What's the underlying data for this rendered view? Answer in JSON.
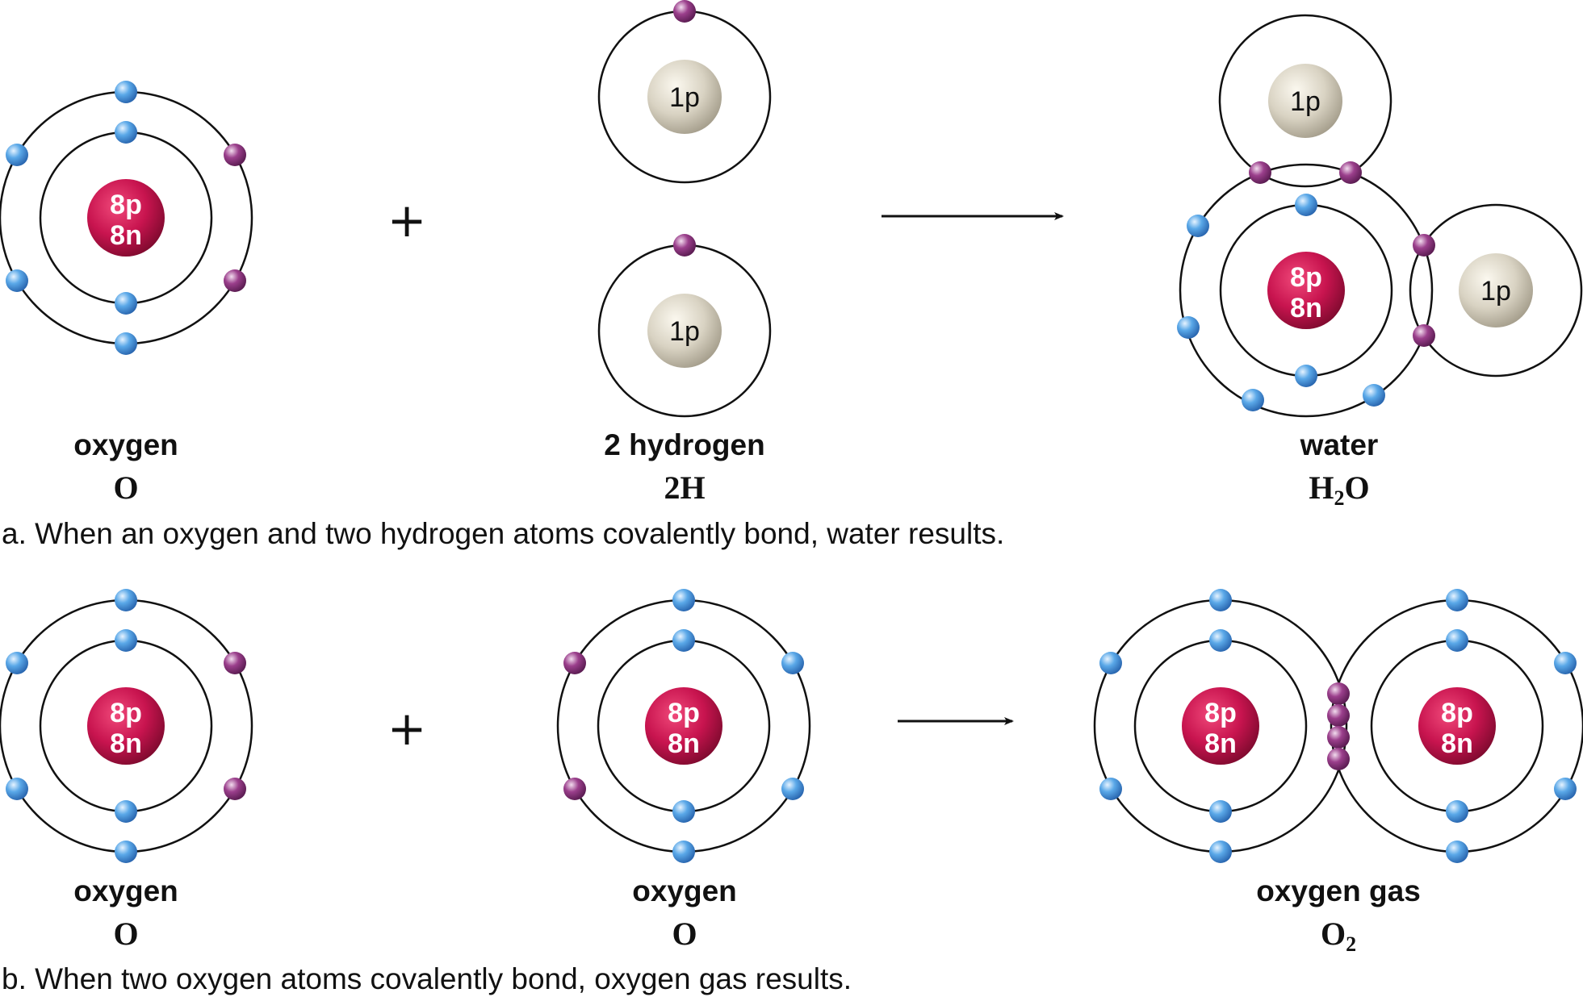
{
  "colors": {
    "oxygen_nucleus": "#c8144f",
    "hydrogen_nucleus": "#d9d3c3",
    "oxygen_electron": "#5aa8e8",
    "hydrogen_electron": "#9b3f8c",
    "shell": "#111111"
  },
  "nuclei": {
    "oxygen_protons": "8p",
    "oxygen_neutrons": "8n",
    "hydrogen_proton": "1p"
  },
  "operators": {
    "plus": "+"
  },
  "panel_a": {
    "reactant1": {
      "name": "oxygen",
      "formula": "O"
    },
    "reactant2": {
      "name": "2 hydrogen",
      "formula": "2H"
    },
    "product": {
      "name": "water",
      "formula_main": "H",
      "formula_sub": "2",
      "formula_tail": "O"
    },
    "caption": "a. When an oxygen and two hydrogen atoms covalently bond, water results."
  },
  "panel_b": {
    "reactant1": {
      "name": "oxygen",
      "formula": "O"
    },
    "reactant2": {
      "name": "oxygen",
      "formula": "O"
    },
    "product": {
      "name": "oxygen gas",
      "formula_main": "O",
      "formula_sub": "2"
    },
    "caption": "b. When two oxygen atoms covalently bond, oxygen gas results."
  }
}
